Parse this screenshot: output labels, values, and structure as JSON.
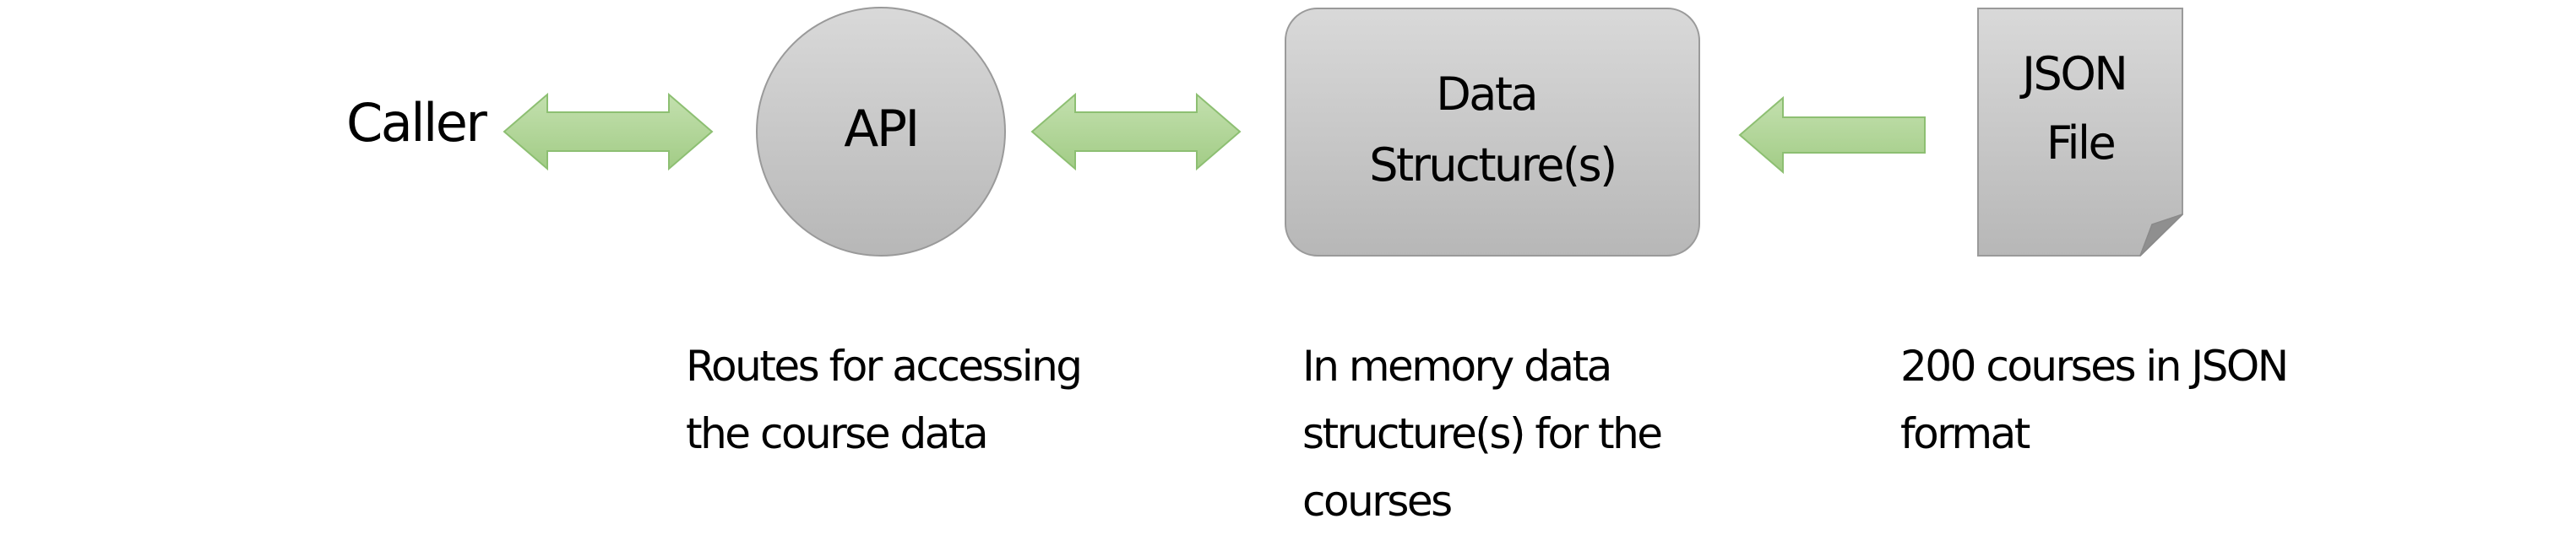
{
  "nodes": {
    "caller": {
      "label": "Caller"
    },
    "api": {
      "label": "API"
    },
    "data_structures": {
      "label_lines": [
        "Data",
        "Structure(s)"
      ]
    },
    "json_file": {
      "label_lines": [
        "JSON",
        "File"
      ]
    }
  },
  "captions": {
    "api": {
      "lines": [
        "Routes for accessing",
        "the course data"
      ]
    },
    "data_structures": {
      "lines": [
        "In memory data",
        "structure(s) for the",
        "courses"
      ]
    },
    "json_file": {
      "lines": [
        "200 courses in JSON",
        "format"
      ]
    }
  },
  "icons": {
    "caller_api_arrow": "double-headed-arrow-icon",
    "api_data_arrow": "double-headed-arrow-icon",
    "json_data_arrow": "left-arrow-icon",
    "json_file_shape": "folded-page-icon"
  },
  "colors": {
    "arrow_fill": "#A9D18E",
    "arrow_stroke": "#8DBF72",
    "node_fill_top": "#D9D9D9",
    "node_fill_bottom": "#B7B7B7",
    "node_stroke": "#9A9A9A",
    "text": "#000000"
  }
}
